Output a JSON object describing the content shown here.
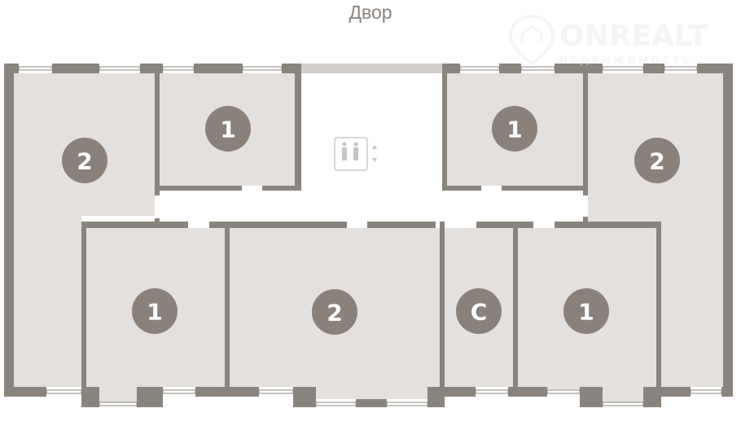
{
  "plan": {
    "courtyard_label": "Двор",
    "watermark": {
      "brand": "ONREALT",
      "tagline": "НЕДВИЖИМОСТЬ"
    },
    "units": [
      {
        "id": "top-left-2",
        "rooms": "2"
      },
      {
        "id": "top-mid-left-1",
        "rooms": "1"
      },
      {
        "id": "top-mid-right-1",
        "rooms": "1"
      },
      {
        "id": "top-right-2",
        "rooms": "2"
      },
      {
        "id": "bottom-left-1",
        "rooms": "1"
      },
      {
        "id": "bottom-mid-2",
        "rooms": "2"
      },
      {
        "id": "bottom-studio",
        "rooms": "С"
      },
      {
        "id": "bottom-right-1",
        "rooms": "1"
      }
    ],
    "icons": [
      "elevator-icon"
    ],
    "colors": {
      "wall": "#8a847e",
      "room": "#e3e0dd",
      "badge": "#8a817a"
    }
  }
}
